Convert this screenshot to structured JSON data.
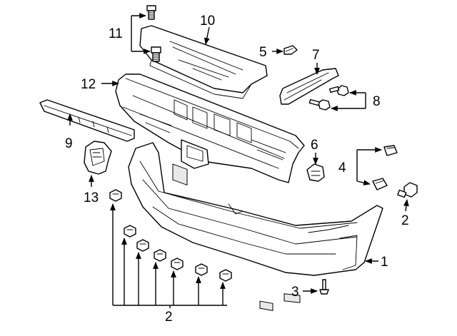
{
  "callouts": {
    "c1": "1",
    "c2_right": "2",
    "c2_bottom": "2",
    "c3": "3",
    "c4": "4",
    "c5": "5",
    "c6": "6",
    "c7": "7",
    "c8": "8",
    "c9": "9",
    "c10": "10",
    "c11": "11",
    "c12": "12",
    "c13": "13"
  }
}
